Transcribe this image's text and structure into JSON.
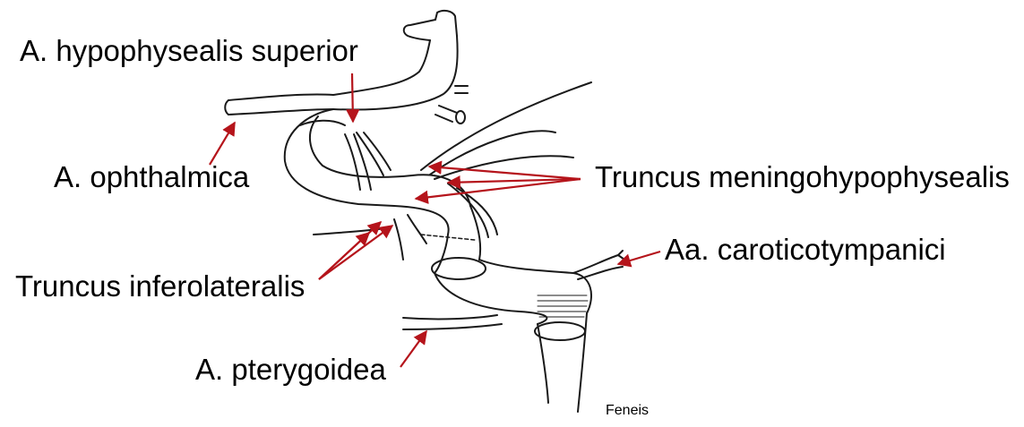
{
  "labels": {
    "hypophysealis_superior": "A. hypophysealis superior",
    "ophthalmica": "A. ophthalmica",
    "meningohypophysealis": "Truncus meningohypophysealis",
    "caroticotympanici": "Aa. caroticotympanici",
    "inferolateralis": "Truncus inferolateralis",
    "pterygoidea": "A. pterygoidea"
  },
  "source_credit": "Feneis",
  "colors": {
    "arrow": "#b5141b",
    "outline": "#1a1a1a",
    "vessel_fill": "#ffffff",
    "text": "#000000"
  }
}
